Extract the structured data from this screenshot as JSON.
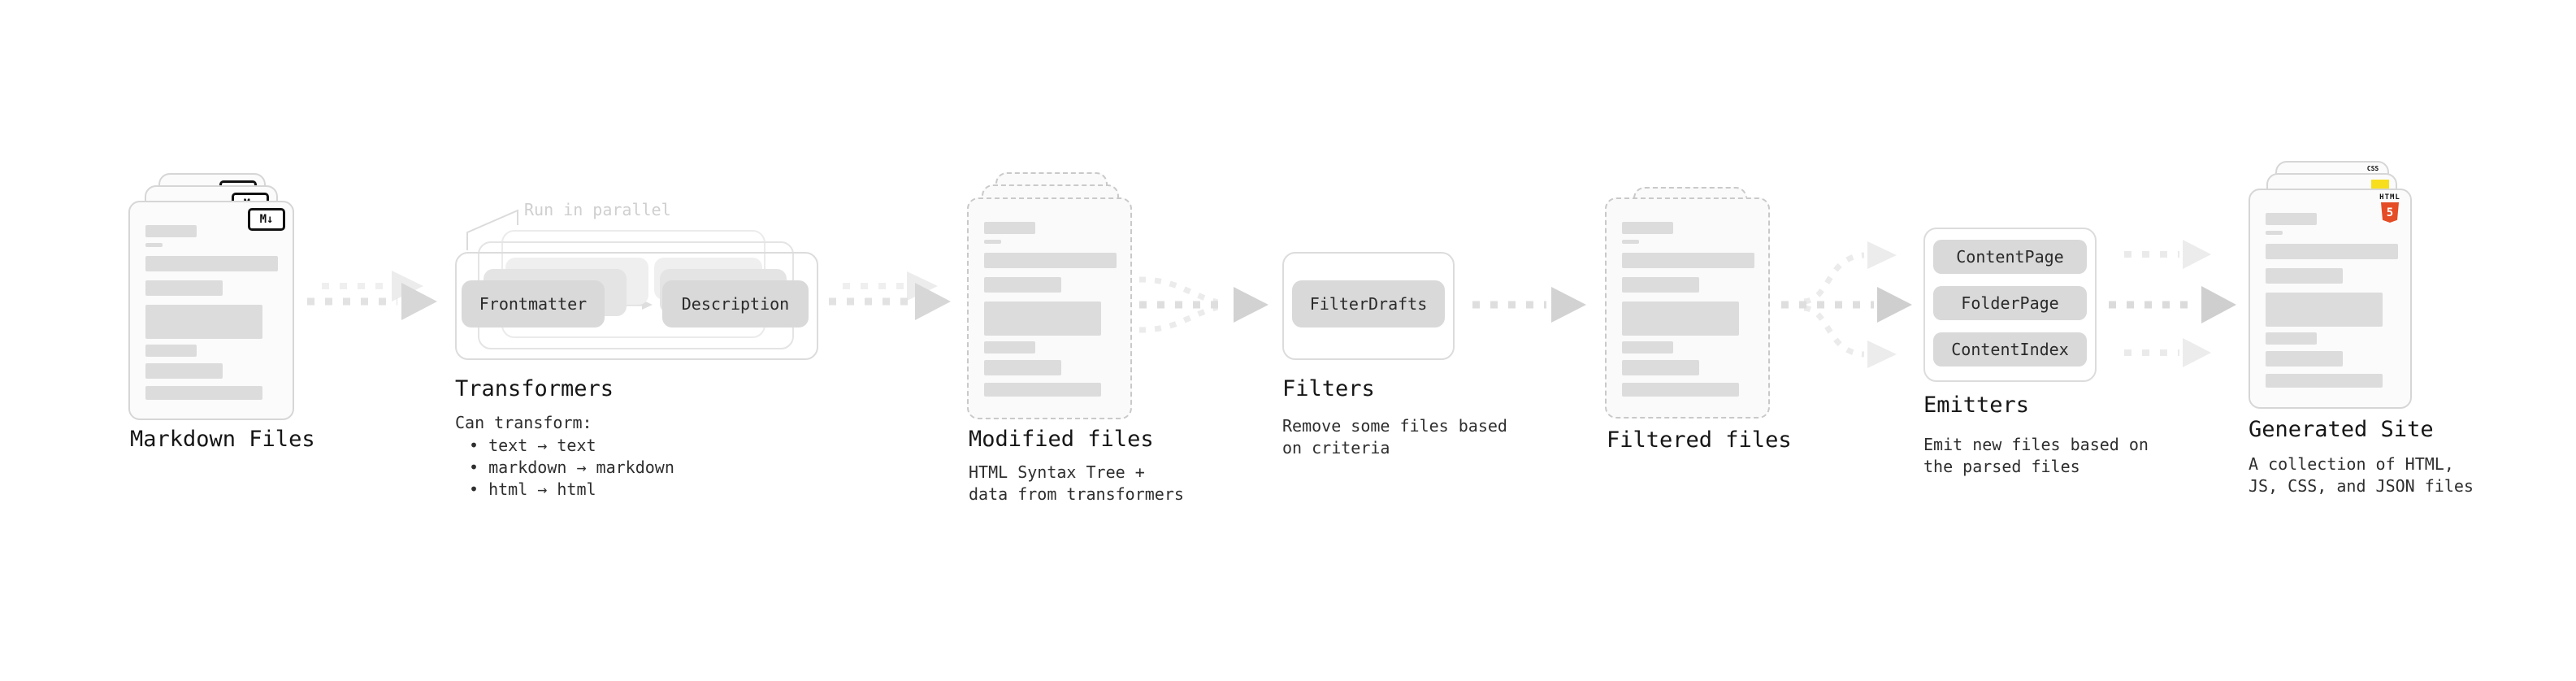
{
  "stage_markdown": {
    "title": "Markdown Files",
    "badge": "M↓"
  },
  "stage_transformers": {
    "title": "Transformers",
    "annotation": "Run in parallel",
    "pills": [
      "Frontmatter",
      "Description"
    ],
    "desc_heading": "Can transform:",
    "bullets": [
      "• text → text",
      "• markdown → markdown",
      "• html → html"
    ]
  },
  "stage_modified": {
    "title": "Modified files",
    "desc_lines": [
      "HTML Syntax Tree +",
      "data from transformers"
    ]
  },
  "stage_filters": {
    "title": "Filters",
    "pills": [
      "FilterDrafts"
    ],
    "desc_lines": [
      "Remove some files based",
      "on criteria"
    ]
  },
  "stage_filtered": {
    "title": "Filtered files"
  },
  "stage_emitters": {
    "title": "Emitters",
    "pills": [
      "ContentPage",
      "FolderPage",
      "ContentIndex"
    ],
    "desc_lines": [
      "Emit new files based on",
      "the parsed files"
    ]
  },
  "stage_generated": {
    "title": "Generated Site",
    "desc_lines": [
      "A collection of HTML,",
      "JS, CSS, and JSON files"
    ],
    "icons": {
      "css": "CSS",
      "html_word": "HTML",
      "html_number": "5"
    }
  },
  "colors": {
    "html5_orange": "#e44d26",
    "css_blue": "#2965f1",
    "js_yellow": "#f7df1e"
  }
}
